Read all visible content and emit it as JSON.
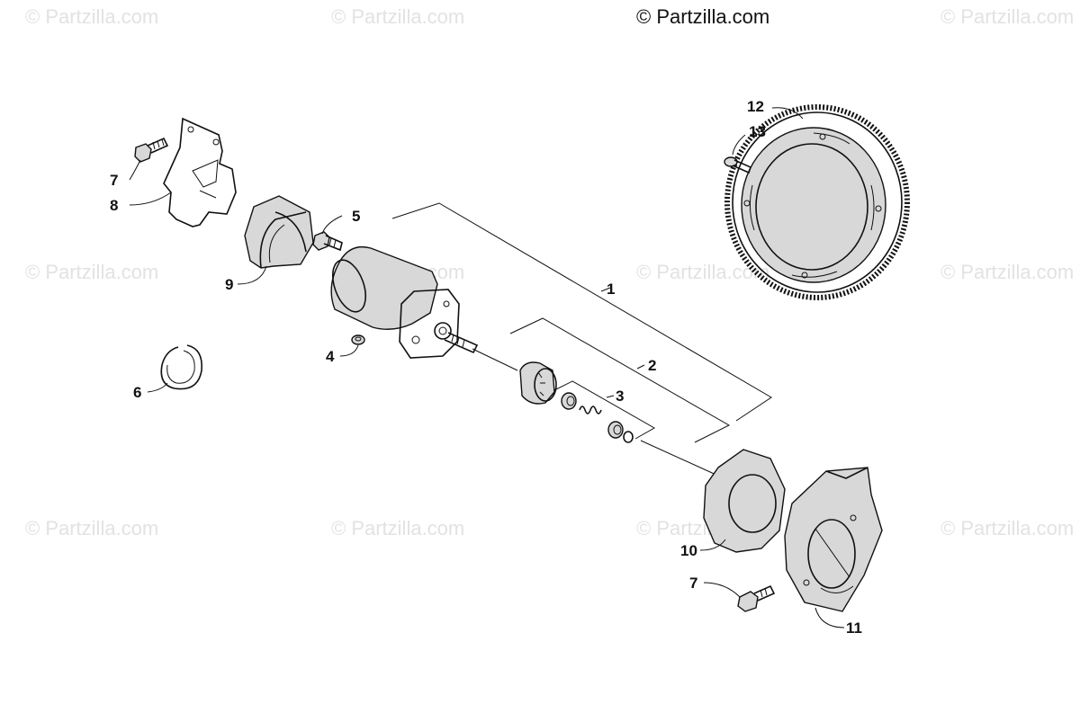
{
  "watermark": {
    "main": "© Partzilla.com",
    "faint": "© Partzilla.com"
  },
  "callouts": {
    "c1": "1",
    "c2": "2",
    "c3": "3",
    "c4": "4",
    "c5": "5",
    "c6": "6",
    "c7a": "7",
    "c7b": "7",
    "c8": "8",
    "c9": "9",
    "c10": "10",
    "c11": "11",
    "c12": "12",
    "c13": "13"
  },
  "icons": {
    "bolt": "bolt-icon",
    "gear": "gear-icon"
  }
}
